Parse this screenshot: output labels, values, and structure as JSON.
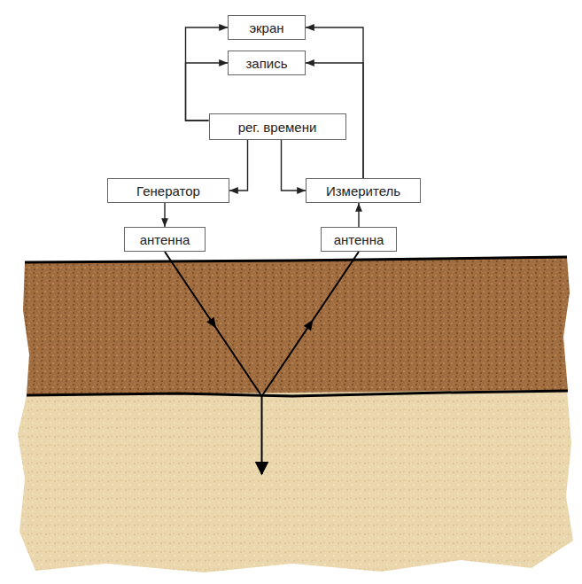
{
  "diagram": {
    "nodes": [
      {
        "text": [
          "экран"
        ]
      },
      {
        "text": [
          "запись"
        ]
      },
      {
        "text": [
          "рег. времени"
        ]
      },
      {
        "text": [
          "Генератор"
        ]
      },
      {
        "text": [
          "Измеритель"
        ]
      },
      {
        "text": [
          "антенна"
        ]
      },
      {
        "text": [
          "антенна"
        ]
      }
    ],
    "edges": [
      {
        "from": 2,
        "to": 0,
        "arrow": "to"
      },
      {
        "from": 2,
        "to": 1,
        "arrow": "to"
      },
      {
        "from": 4,
        "to": 0,
        "arrow": "to"
      },
      {
        "from": 4,
        "to": 1,
        "arrow": "to"
      },
      {
        "from": 2,
        "to": 3,
        "arrow": "to"
      },
      {
        "from": 2,
        "to": 4,
        "arrow": "to"
      },
      {
        "from": 3,
        "to": 5,
        "arrow": "to"
      },
      {
        "from": 6,
        "to": 4,
        "arrow": "to"
      },
      {
        "from": 5,
        "to": 6,
        "arrow": "to"
      }
    ]
  }
}
